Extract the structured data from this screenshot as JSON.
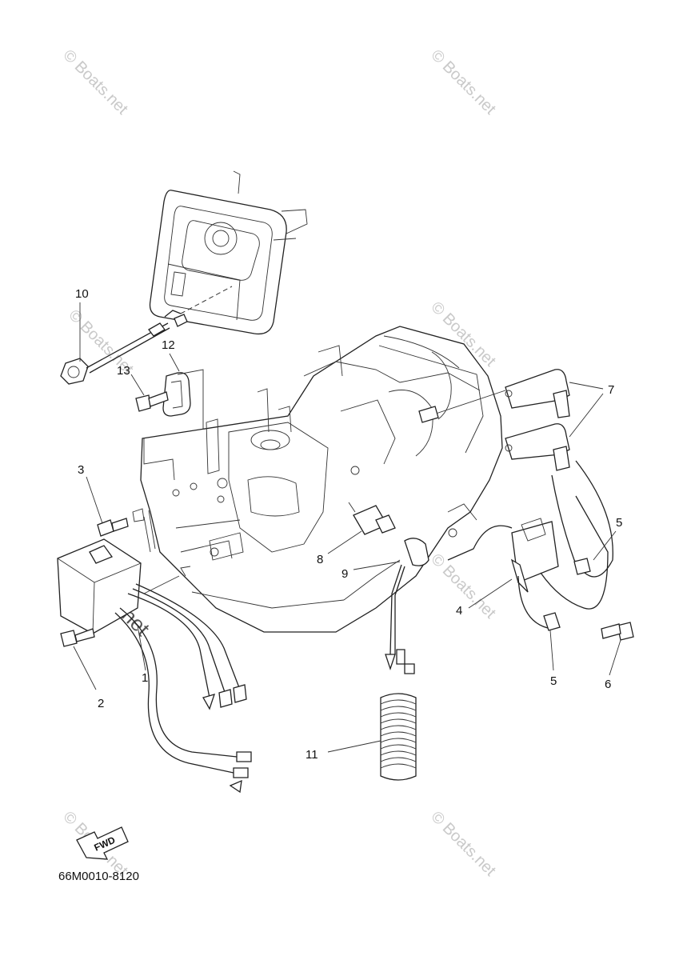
{
  "watermark": "© Boats.net",
  "diagram_code": "66M0010-8120",
  "fwd_label": "FWD",
  "callouts": [
    "1",
    "2",
    "3",
    "4",
    "5",
    "5",
    "6",
    "7",
    "8",
    "9",
    "10",
    "11",
    "12",
    "13"
  ]
}
